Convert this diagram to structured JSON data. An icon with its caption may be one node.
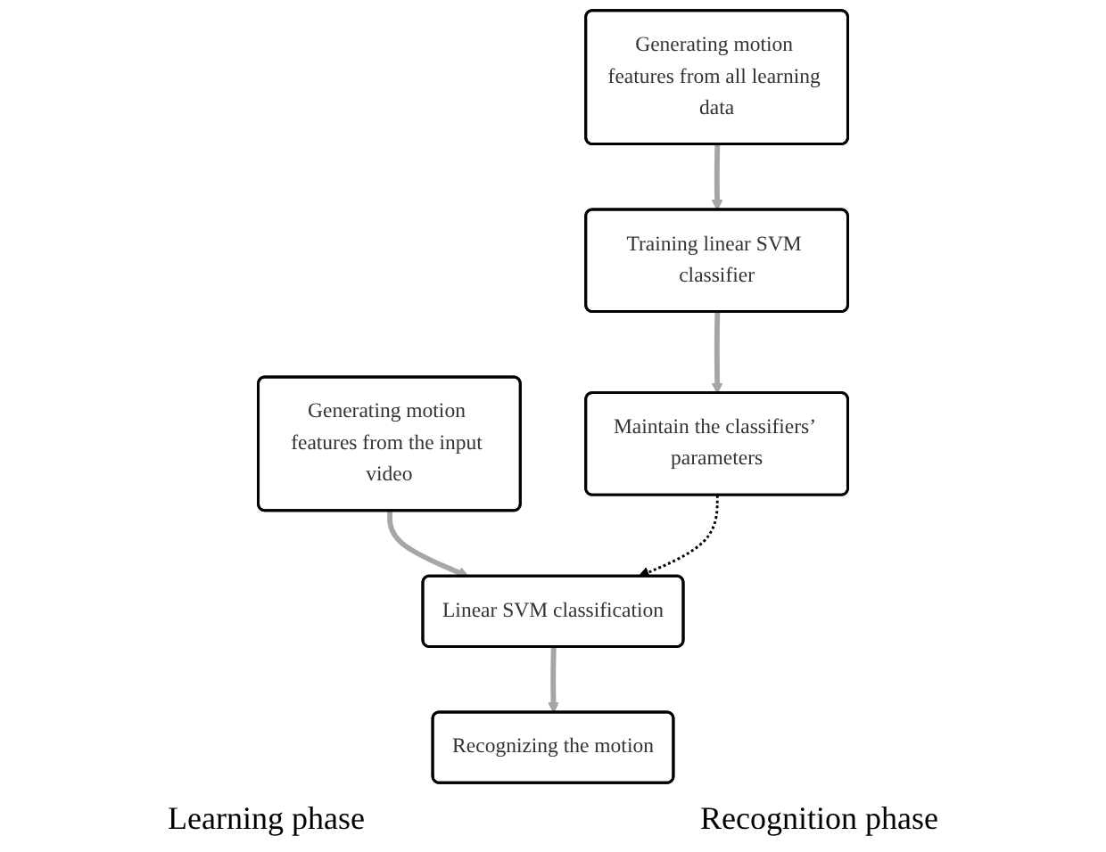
{
  "diagram": {
    "nodes": [
      {
        "text": [
          "Generating motion features from all learning data"
        ]
      },
      {
        "text": [
          "Training linear SVM classifier"
        ]
      },
      {
        "text": [
          "Maintain the classifiers’ parameters"
        ]
      },
      {
        "text": [
          "Generating motion features from the input video"
        ]
      },
      {
        "text": [
          "Linear SVM classification"
        ]
      },
      {
        "text": [
          "Recognizing the motion"
        ]
      }
    ],
    "edges": [
      {
        "from": 0,
        "to": 1,
        "arrow": "to"
      },
      {
        "from": 1,
        "to": 2,
        "arrow": "to"
      },
      {
        "from": 3,
        "to": 4,
        "arrow": "to"
      },
      {
        "from": 4,
        "to": 5,
        "arrow": "to"
      },
      {
        "from": 2,
        "to": 4,
        "arrow": "to",
        "style": "dashed",
        "color": "#000000"
      }
    ],
    "labels": [
      "Learning phase",
      "Recognition phase"
    ]
  }
}
